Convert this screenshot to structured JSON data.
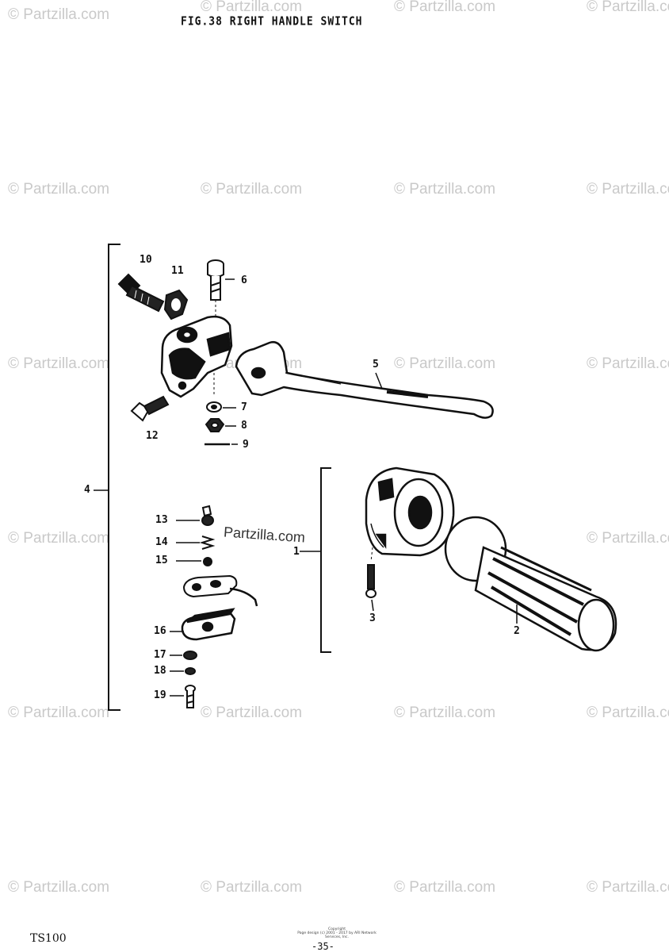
{
  "title": "FIG.38  RIGHT HANDLE SWITCH",
  "watermark": "© Partzilla.com",
  "inline_watermark": "Partzilla.com",
  "callouts": {
    "c1": "1",
    "c2": "2",
    "c3": "3",
    "c4": "4",
    "c5": "5",
    "c6": "6",
    "c7": "7",
    "c8": "8",
    "c9": "9",
    "c10": "10",
    "c11": "11",
    "c12": "12",
    "c13": "13",
    "c14": "14",
    "c15": "15",
    "c16": "16",
    "c17": "17",
    "c18": "18",
    "c19": "19"
  },
  "footer": {
    "model": "TS100",
    "copyright_line1": "Copyright",
    "copyright_line2": "Page design (c) 2001 - 2017 by ARI Network Services, Inc.",
    "page_number": "-35-"
  }
}
